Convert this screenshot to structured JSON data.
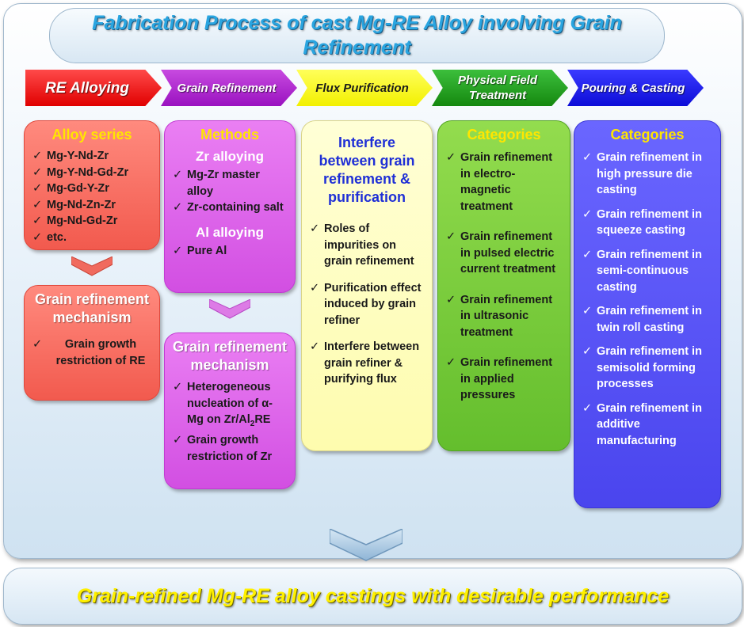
{
  "title": "Fabrication Process of cast Mg-RE Alloy involving Grain Refinement",
  "steps": [
    {
      "label": "RE Alloying",
      "color": "#ff1a1a"
    },
    {
      "label": "Grain Refinement",
      "color": "#b01ad0"
    },
    {
      "label": "Flux Purification",
      "color": "#ffff00"
    },
    {
      "label": "Physical Field Treatment",
      "color": "#2aa22a"
    },
    {
      "label": "Pouring & Casting",
      "color": "#1a1aff"
    }
  ],
  "check": "✓",
  "re_alloying": {
    "series_title": "Alloy series",
    "series": [
      "Mg-Y-Nd-Zr",
      "Mg-Y-Nd-Gd-Zr",
      "Mg-Gd-Y-Zr",
      "Mg-Nd-Zn-Zr",
      "Mg-Nd-Gd-Zr",
      "etc."
    ],
    "mechanism_title": "Grain refinement mechanism",
    "mechanism": [
      "Grain growth restriction of RE"
    ]
  },
  "grain_refinement": {
    "methods_title": "Methods",
    "zr_title": "Zr alloying",
    "zr_items": [
      "Mg-Zr master alloy",
      "Zr-containing salt"
    ],
    "al_title": "Al alloying",
    "al_items": [
      "Pure Al"
    ],
    "mechanism_title": "Grain refinement mechanism",
    "mechanism_1": "Heterogeneous nucleation of α-Mg on Zr/Al",
    "mechanism_1_sub": "2",
    "mechanism_1_end": "RE",
    "mechanism_2": "Grain growth restriction of Zr"
  },
  "flux": {
    "title": "Interfere between grain refinement & purification",
    "items": [
      "Roles of impurities on grain refinement",
      "Purification effect induced by grain refiner",
      "Interfere between grain refiner & purifying flux"
    ]
  },
  "physical": {
    "title": "Categories",
    "items": [
      "Grain refinement in electro-magnetic treatment",
      "Grain refinement in pulsed electric current treatment",
      "Grain refinement in ultrasonic treatment",
      "Grain refinement in applied pressures"
    ]
  },
  "pouring": {
    "title": "Categories",
    "items": [
      "Grain refinement in high pressure die casting",
      "Grain refinement in squeeze casting",
      "Grain refinement in semi-continuous casting",
      "Grain refinement in twin roll casting",
      "Grain refinement in semisolid forming processes",
      "Grain refinement in additive manufacturing"
    ]
  },
  "result": "Grain-refined Mg-RE alloy castings with desirable performance"
}
